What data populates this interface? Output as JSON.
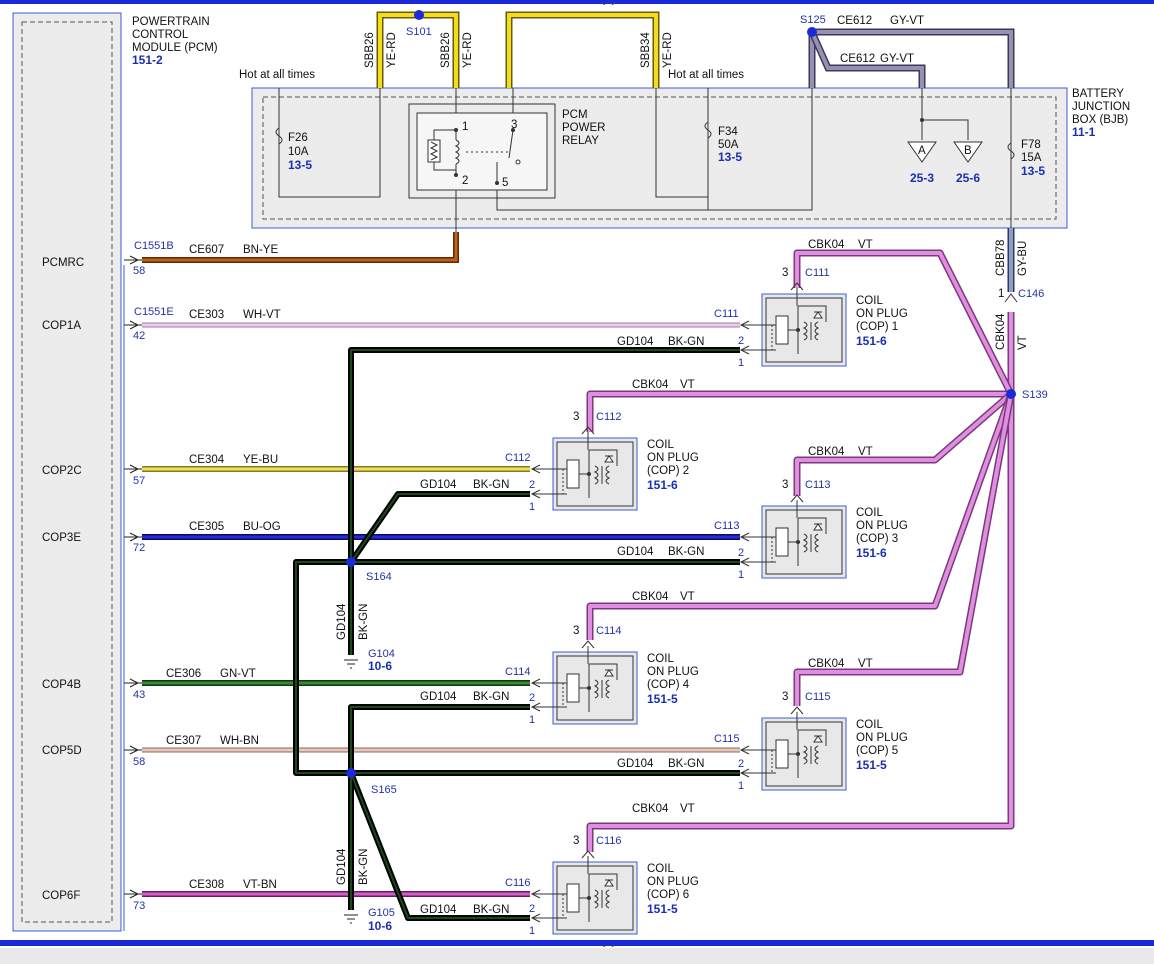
{
  "pcm": {
    "title_lines": [
      "POWERTRAIN",
      "CONTROL",
      "MODULE (PCM)"
    ],
    "ref": "151-2",
    "pins": [
      "PCMRC",
      "COP1A",
      "COP2C",
      "COP3E",
      "COP4B",
      "COP5D",
      "COP6F"
    ]
  },
  "bjb": {
    "title_lines": [
      "BATTERY",
      "JUNCTION",
      "BOX (BJB)"
    ],
    "ref": "11-1"
  },
  "hot_at_all_times": "Hot at all times",
  "fuses": [
    {
      "name": "F26",
      "amps": "10A",
      "ref": "13-5"
    },
    {
      "name": "F34",
      "amps": "50A",
      "ref": "13-5"
    },
    {
      "name": "F78",
      "amps": "15A",
      "ref": "13-5"
    }
  ],
  "relay": {
    "lines": [
      "PCM",
      "POWER",
      "RELAY"
    ],
    "pins": [
      "1",
      "2",
      "3",
      "5"
    ]
  },
  "splices": {
    "s101": "S101",
    "s125": "S125",
    "s139": "S139",
    "s164": "S164",
    "s165": "S165"
  },
  "grounds": {
    "g104": {
      "name": "G104",
      "ref": "10-6"
    },
    "g105": {
      "name": "G105",
      "ref": "10-6"
    }
  },
  "ground_refs": [
    {
      "letter": "A",
      "ref": "25-3"
    },
    {
      "letter": "B",
      "ref": "25-6"
    }
  ],
  "wires": {
    "sbb26_a": {
      "circuit": "SBB26",
      "color": "YE-RD"
    },
    "sbb26_b": {
      "circuit": "SBB26",
      "color": "YE-RD"
    },
    "sbb34": {
      "circuit": "SBB34",
      "color": "YE-RD"
    },
    "ce612_top": {
      "circuit": "CE612",
      "color": "GY-VT"
    },
    "ce612_mid": {
      "circuit": "CE612",
      "color": "GY-VT"
    },
    "cbb78": {
      "circuit": "CBB78",
      "color": "GY-BU"
    },
    "cbk04_trunk": {
      "circuit": "CBK04",
      "color": "VT"
    },
    "ce607": {
      "circuit": "CE607",
      "color": "BN-YE"
    },
    "ce303": {
      "circuit": "CE303",
      "color": "WH-VT"
    },
    "ce304": {
      "circuit": "CE304",
      "color": "YE-BU"
    },
    "ce305": {
      "circuit": "CE305",
      "color": "BU-OG"
    },
    "ce306": {
      "circuit": "CE306",
      "color": "GN-VT"
    },
    "ce307": {
      "circuit": "CE307",
      "color": "WH-BN"
    },
    "ce308": {
      "circuit": "CE308",
      "color": "VT-BN"
    },
    "gd104": {
      "circuit": "GD104",
      "color": "BK-GN"
    },
    "cbk04": {
      "circuit": "CBK04",
      "color": "VT"
    }
  },
  "connectors": {
    "c1551b": "C1551B",
    "c1551e": "C1551E",
    "c146": "C146",
    "c146_pin": "1"
  },
  "pcm_pin_numbers": [
    "58",
    "42",
    "57",
    "72",
    "43",
    "58",
    "73"
  ],
  "cops": [
    {
      "coil_lines": [
        "COIL",
        "ON PLUG",
        "(COP) 1"
      ],
      "ref": "151-6",
      "connector": "C111",
      "pins": [
        "3",
        "2",
        "1"
      ]
    },
    {
      "coil_lines": [
        "COIL",
        "ON PLUG",
        "(COP) 2"
      ],
      "ref": "151-6",
      "connector": "C112",
      "pins": [
        "3",
        "2",
        "1"
      ]
    },
    {
      "coil_lines": [
        "COIL",
        "ON PLUG",
        "(COP) 3"
      ],
      "ref": "151-6",
      "connector": "C113",
      "pins": [
        "3",
        "2",
        "1"
      ]
    },
    {
      "coil_lines": [
        "COIL",
        "ON PLUG",
        "(COP) 4"
      ],
      "ref": "151-5",
      "connector": "C114",
      "pins": [
        "3",
        "2",
        "1"
      ]
    },
    {
      "coil_lines": [
        "COIL",
        "ON PLUG",
        "(COP) 5"
      ],
      "ref": "151-5",
      "connector": "C115",
      "pins": [
        "3",
        "2",
        "1"
      ]
    },
    {
      "coil_lines": [
        "COIL",
        "ON PLUG",
        "(COP) 6"
      ],
      "ref": "151-5",
      "connector": "C116",
      "pins": [
        "3",
        "2",
        "1"
      ]
    }
  ],
  "colors": {
    "border_blue": "#1a2ad8",
    "pin_text": "#2233aa",
    "ref_text": "#1a2fb0",
    "ye_rd": "#f2dc1e",
    "gy_vt": "#9a8fb0",
    "gy_bu": "#8f9fc0",
    "vt": "#e08ee0",
    "bn_ye": "#c0601a",
    "wh_vt": "#f0c8f0",
    "ye_bu": "#f0e060",
    "bu_og": "#2a2ad8",
    "gn_vt": "#3a8a3a",
    "wh_bn": "#e8c8b8",
    "vt_bn": "#d060c8",
    "bk_gn": "#0b2a0b"
  }
}
